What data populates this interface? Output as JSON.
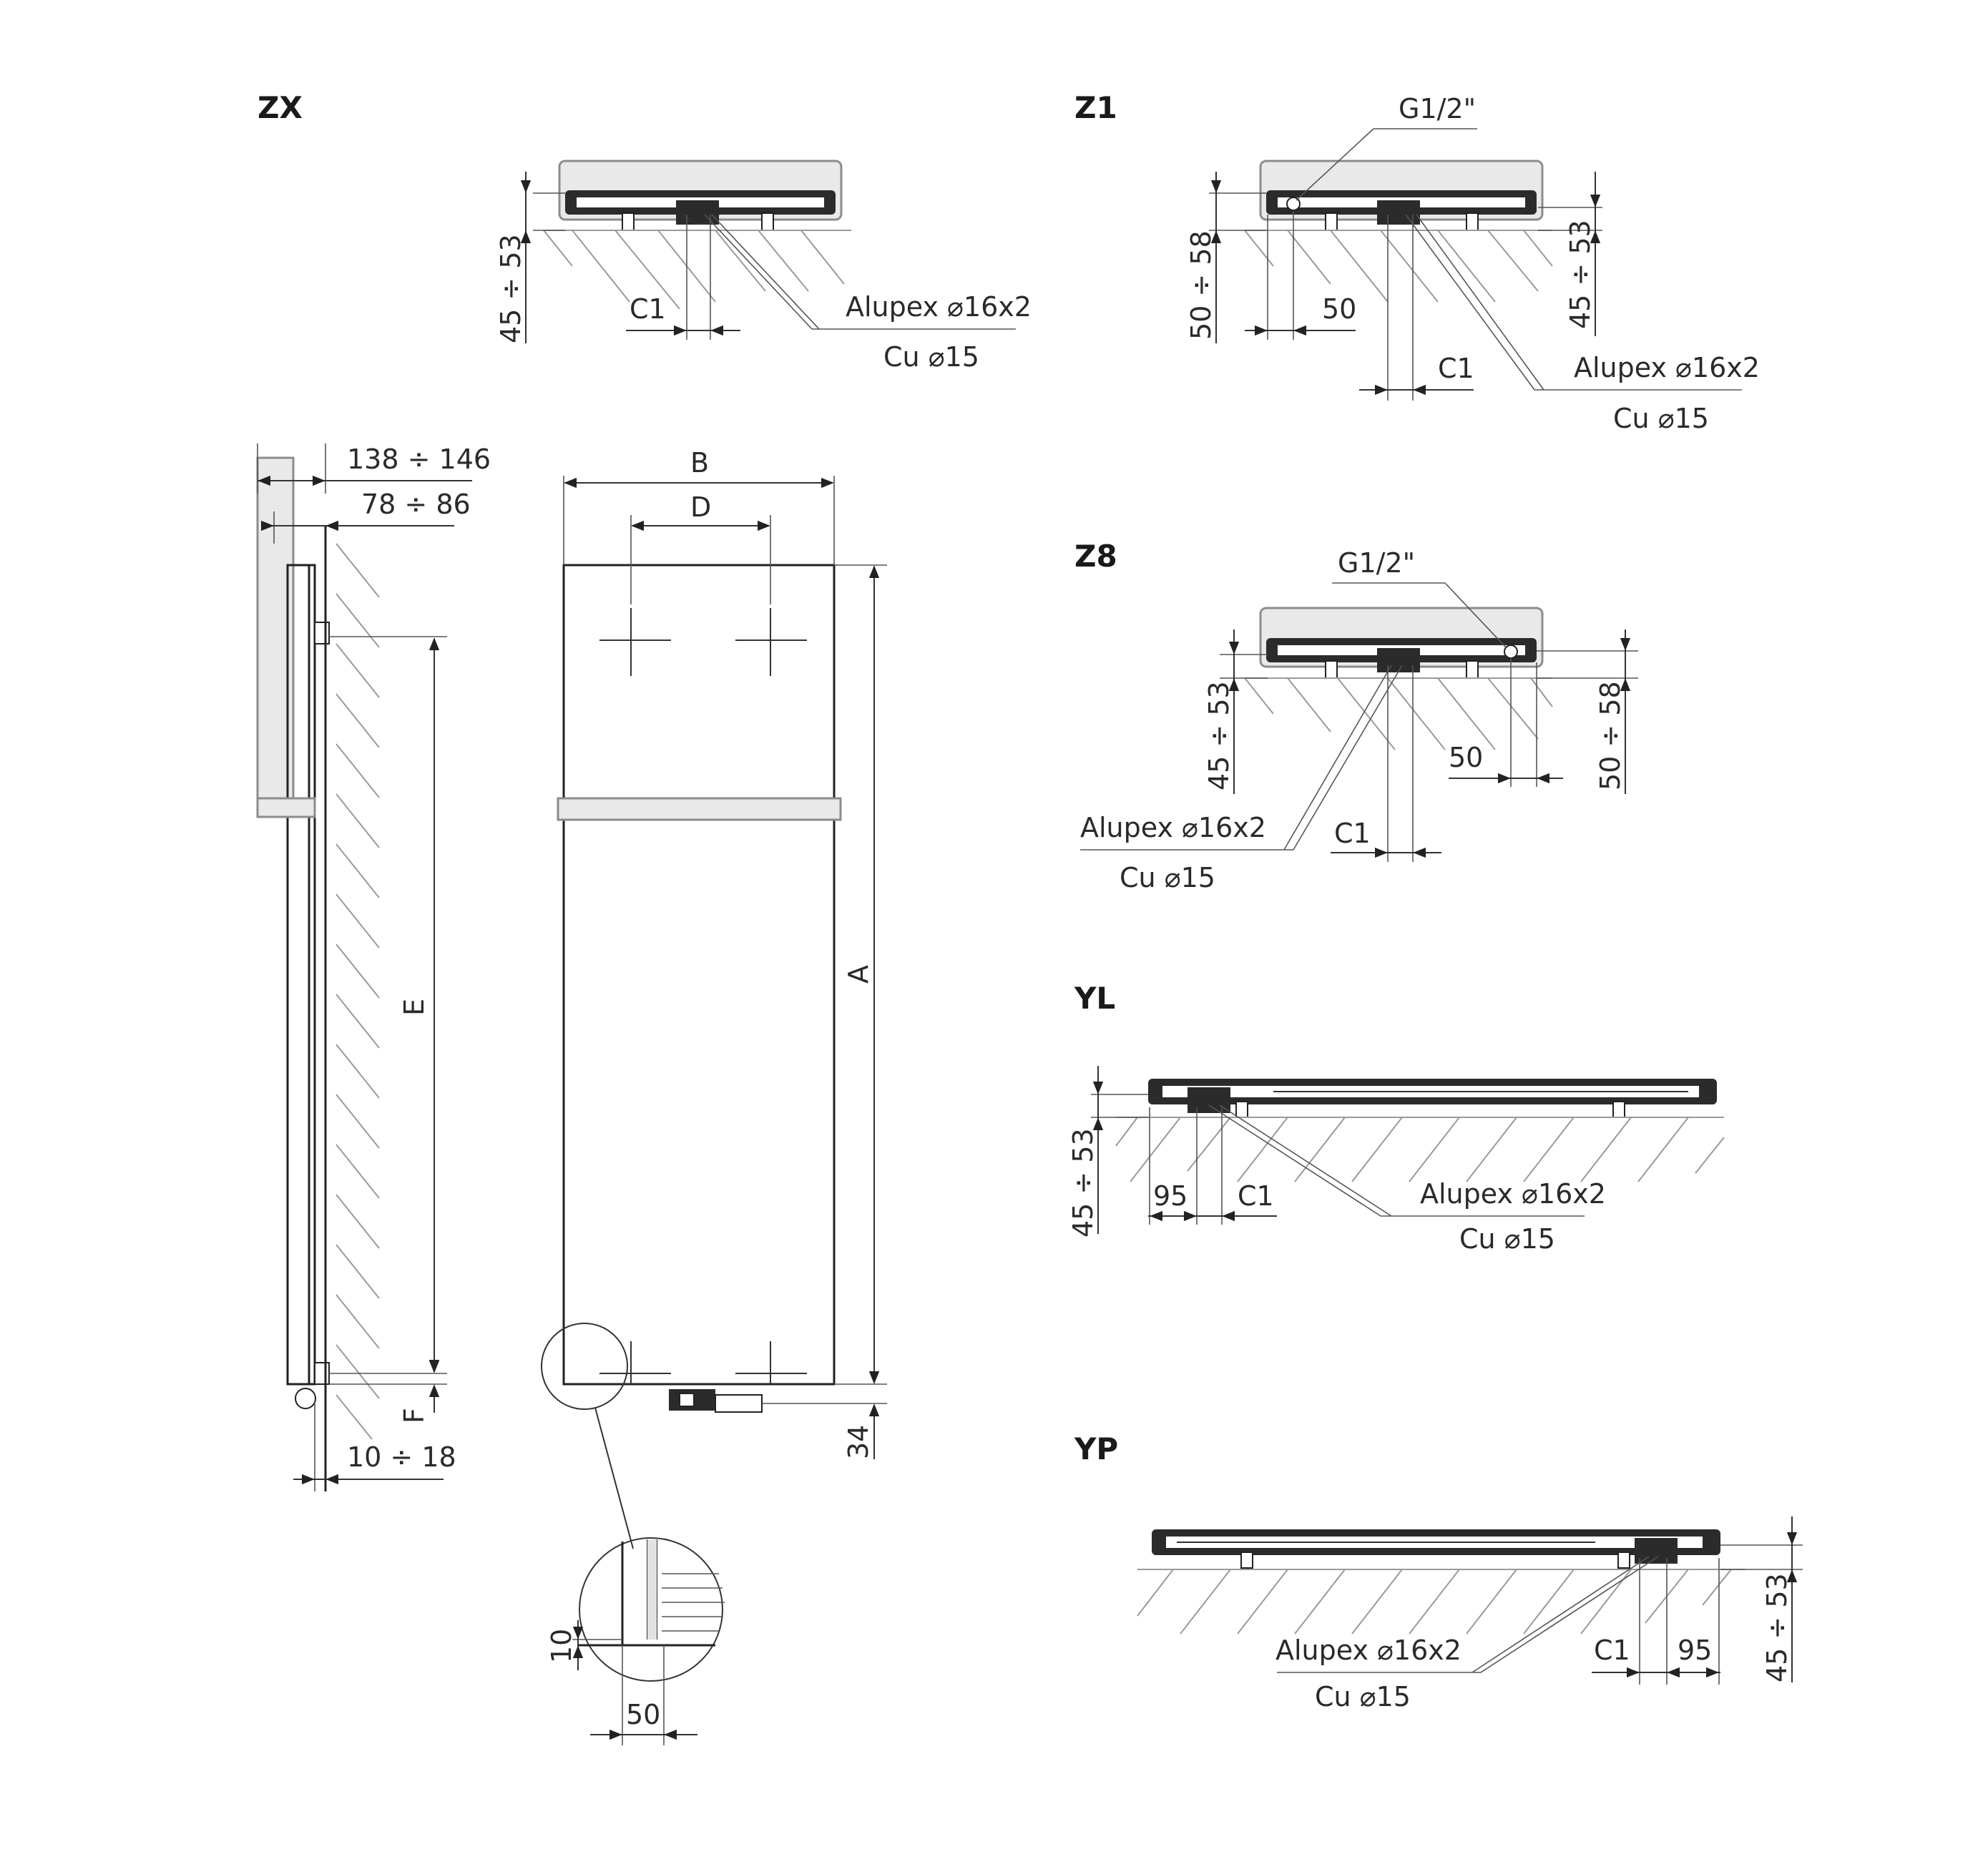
{
  "titles": {
    "zx": "ZX",
    "z1": "Z1",
    "z8": "Z8",
    "yl": "YL",
    "yp": "YP"
  },
  "labels": {
    "g12": "G1/2\"",
    "alupex": "Alupex ⌀16x2",
    "cu": "Cu ⌀15",
    "c1": "C1",
    "r45_53": "45 ÷ 53",
    "r50_58": "50 ÷ 58",
    "n50": "50",
    "n95": "95",
    "d138_146": "138 ÷ 146",
    "d78_86": "78 ÷ 86",
    "d10_18": "10 ÷ 18",
    "dimA": "A",
    "dimB": "B",
    "dimD": "D",
    "dimE": "E",
    "dimF": "F",
    "n34": "34",
    "n10": "10"
  }
}
